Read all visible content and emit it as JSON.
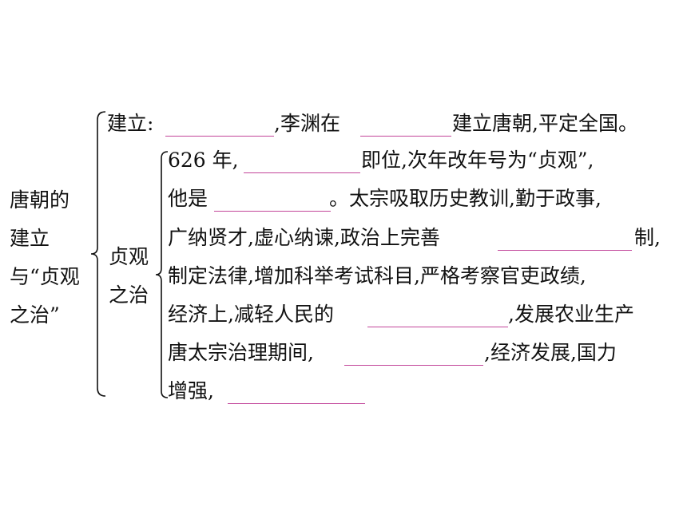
{
  "outline": {
    "topic_lines": [
      "唐朝的",
      "建立",
      "与“贞观",
      "之治”"
    ],
    "founding": {
      "prefix": "建立:",
      "mid": ",李渊在",
      "suffix": "建立唐朝,平定全国。"
    },
    "zhenguan": {
      "label_lines": [
        "贞观",
        "之治"
      ],
      "line1_prefix": "626 年,",
      "line1_suffix": "即位,次年改年号为“贞观”,",
      "line2_prefix": "他是",
      "line2_suffix": "。太宗吸取历史教训,勤于政事,",
      "line3_prefix": "广纳贤才,虚心纳谏,政治上完善",
      "line3_suffix": "制,",
      "line4": "制定法律,增加科举考试科目,严格考察官吏政绩,",
      "line5_prefix": "经济上,减轻人民的",
      "line5_suffix": ",发展农业生产",
      "line6_prefix": "唐太宗治理期间,",
      "line6_suffix": ",经济发展,国力",
      "line7_prefix": "增强,"
    }
  },
  "colors": {
    "text": "#111111",
    "blank_line": "#c2469a"
  }
}
